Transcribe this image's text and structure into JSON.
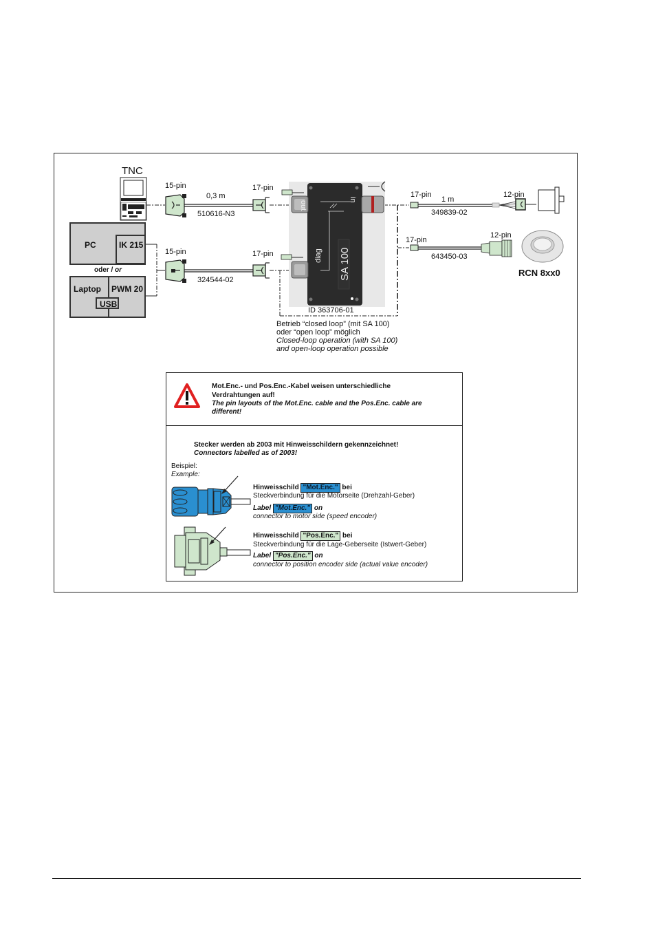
{
  "diagram": {
    "tnc_label": "TNC",
    "pc_label": "PC",
    "ik215_label": "IK 215",
    "oder_label": "oder",
    "or_label": "or",
    "laptop_label": "Laptop",
    "pwm20_label": "PWM 20",
    "usb_label": "USB",
    "cable_top": {
      "pin_left": "15-pin",
      "length": "0,3 m",
      "id": "510616-N3",
      "pin_right": "17-pin"
    },
    "cable_bottom": {
      "pin_left": "15-pin",
      "id": "324544-02",
      "pin_right": "17-pin"
    },
    "sa100": {
      "name": "SA 100",
      "port_out": "out",
      "port_in": "in",
      "port_diag": "diag",
      "id": "ID 363706-01"
    },
    "cable_motor": {
      "pin_left": "17-pin",
      "length": "1 m",
      "id": "349839-02",
      "pin_right": "12-pin"
    },
    "cable_rcn": {
      "pin_left": "17-pin",
      "id": "643450-03",
      "pin_right": "12-pin"
    },
    "rcn_label": "RCN 8xx0",
    "operation_note": {
      "de_line1": "Betrieb “closed loop” (mit SA 100)",
      "de_line2": "oder “open loop” möglich",
      "en_line1": "Closed-loop operation (with SA 100)",
      "en_line2": "and open-loop operation possible"
    }
  },
  "warning": {
    "de_line1": "Mot.Enc.- und Pos.Enc.-Kabel weisen unterschiedliche",
    "de_line2": "Verdrahtungen auf!",
    "en_line1": "The pin layouts of the Mot.Enc. cable and the Pos.Enc. cable are",
    "en_line2": "different!"
  },
  "labelling": {
    "heading_de": "Stecker werden ab 2003 mit Hinweisschildern gekennzeichnet!",
    "heading_en": "Connectors labelled as of 2003!",
    "example_de": "Beispiel:",
    "example_en": "Example:",
    "mot": {
      "prefix_de": "Hinweisschild",
      "tag": "\"Mot.Enc.\"",
      "suffix_de": "bei",
      "desc_de": "Steckverbindung für die Motorseite (Drehzahl-Geber)",
      "prefix_en": "Label",
      "suffix_en": "on",
      "desc_en": "connector to motor side (speed encoder)",
      "plug_tag": "Mot.Enc."
    },
    "pos": {
      "prefix_de": "Hinweisschild",
      "tag": "\"Pos.Enc.\"",
      "suffix_de": "bei",
      "desc_de": "Steckverbindung für die Lage-Geberseite (Istwert-Geber)",
      "prefix_en": "Label",
      "suffix_en": "on",
      "desc_en": "connector to position encoder side (actual value encoder)",
      "plug_tag": "Pos.Enc."
    }
  },
  "colors": {
    "connector_green": "#cfe6cc",
    "mot_enc_blue": "#2a8fd0",
    "warning_red": "#e02020",
    "device_gray": "#cfcfcf",
    "sa100_body": "#2b2b2b"
  }
}
